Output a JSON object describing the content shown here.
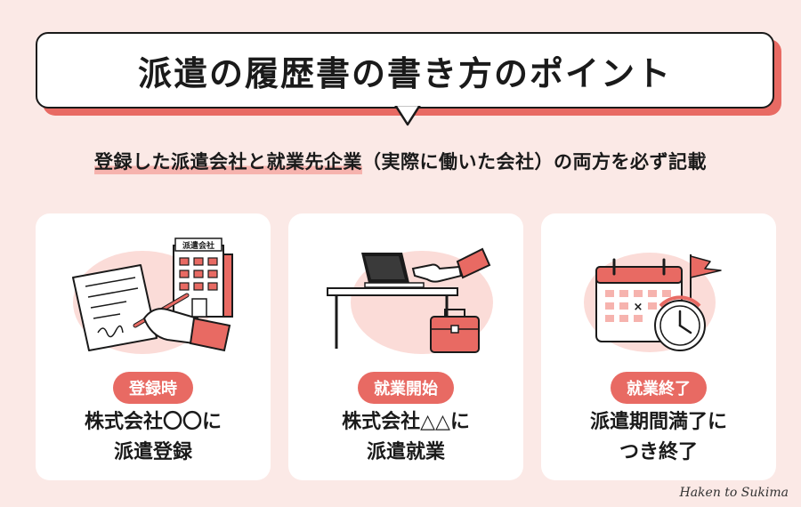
{
  "title": "派遣の履歴書の書き方のポイント",
  "subtitle": {
    "highlight": "登録した派遣会社と就業先企業",
    "rest": "（実際に働いた会社）の両方を必ず記載"
  },
  "cards": [
    {
      "badge": "登録時",
      "line1": "株式会社〇〇に",
      "line2": "派遣登録",
      "sign_label": "派遣会社"
    },
    {
      "badge": "就業開始",
      "line1": "株式会社△△に",
      "line2": "派遣就業"
    },
    {
      "badge": "就業終了",
      "line1": "派遣期間満了に",
      "line2": "つき終了"
    }
  ],
  "watermark": "Haken to Sukima",
  "colors": {
    "accent": "#e86a63",
    "background": "#fbe9e6",
    "blob": "#fbdcd8"
  }
}
